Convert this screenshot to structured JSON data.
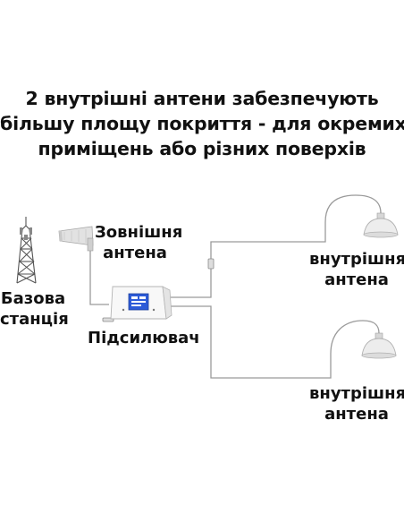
{
  "headline": {
    "line1": "2 внутрішні антени забезпечують",
    "line2": "більшу площу покриття - для окремих",
    "line3": "приміщень або різних поверхів"
  },
  "labels": {
    "base_station_line1": "Базова",
    "base_station_line2": "станція",
    "outdoor_antenna_line1": "Зовнішня",
    "outdoor_antenna_line2": "антена",
    "booster": "Підсилювач",
    "indoor_antenna_1_line1": "внутрішня",
    "indoor_antenna_1_line2": "антена",
    "indoor_antenna_2_line1": "внутрішня",
    "indoor_antenna_2_line2": "антена"
  },
  "colors": {
    "text": "#111111",
    "cable": "#9a9a9a",
    "lcd": "#2d5bd8"
  },
  "icons": [
    "base-station-tower-icon",
    "outdoor-yagi-antenna-icon",
    "signal-booster-icon",
    "ceiling-antenna-icon"
  ]
}
